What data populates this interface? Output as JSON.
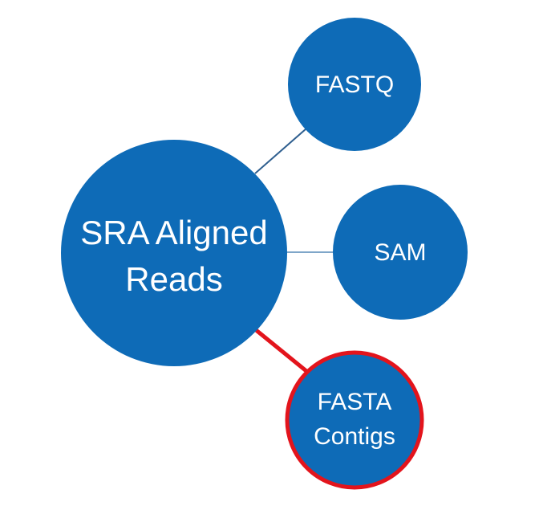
{
  "diagram": {
    "center": {
      "lines": [
        "SRA Aligned",
        "Reads"
      ]
    },
    "nodes": {
      "fastq": {
        "lines": [
          "FASTQ"
        ]
      },
      "sam": {
        "lines": [
          "SAM"
        ]
      },
      "fasta": {
        "lines": [
          "FASTA",
          "Contigs"
        ],
        "highlighted": true
      }
    },
    "colors": {
      "node_fill": "#0E6BB7",
      "connector": "#2F5F8F",
      "highlight": "#E3141C",
      "text": "#FFFFFF"
    }
  }
}
